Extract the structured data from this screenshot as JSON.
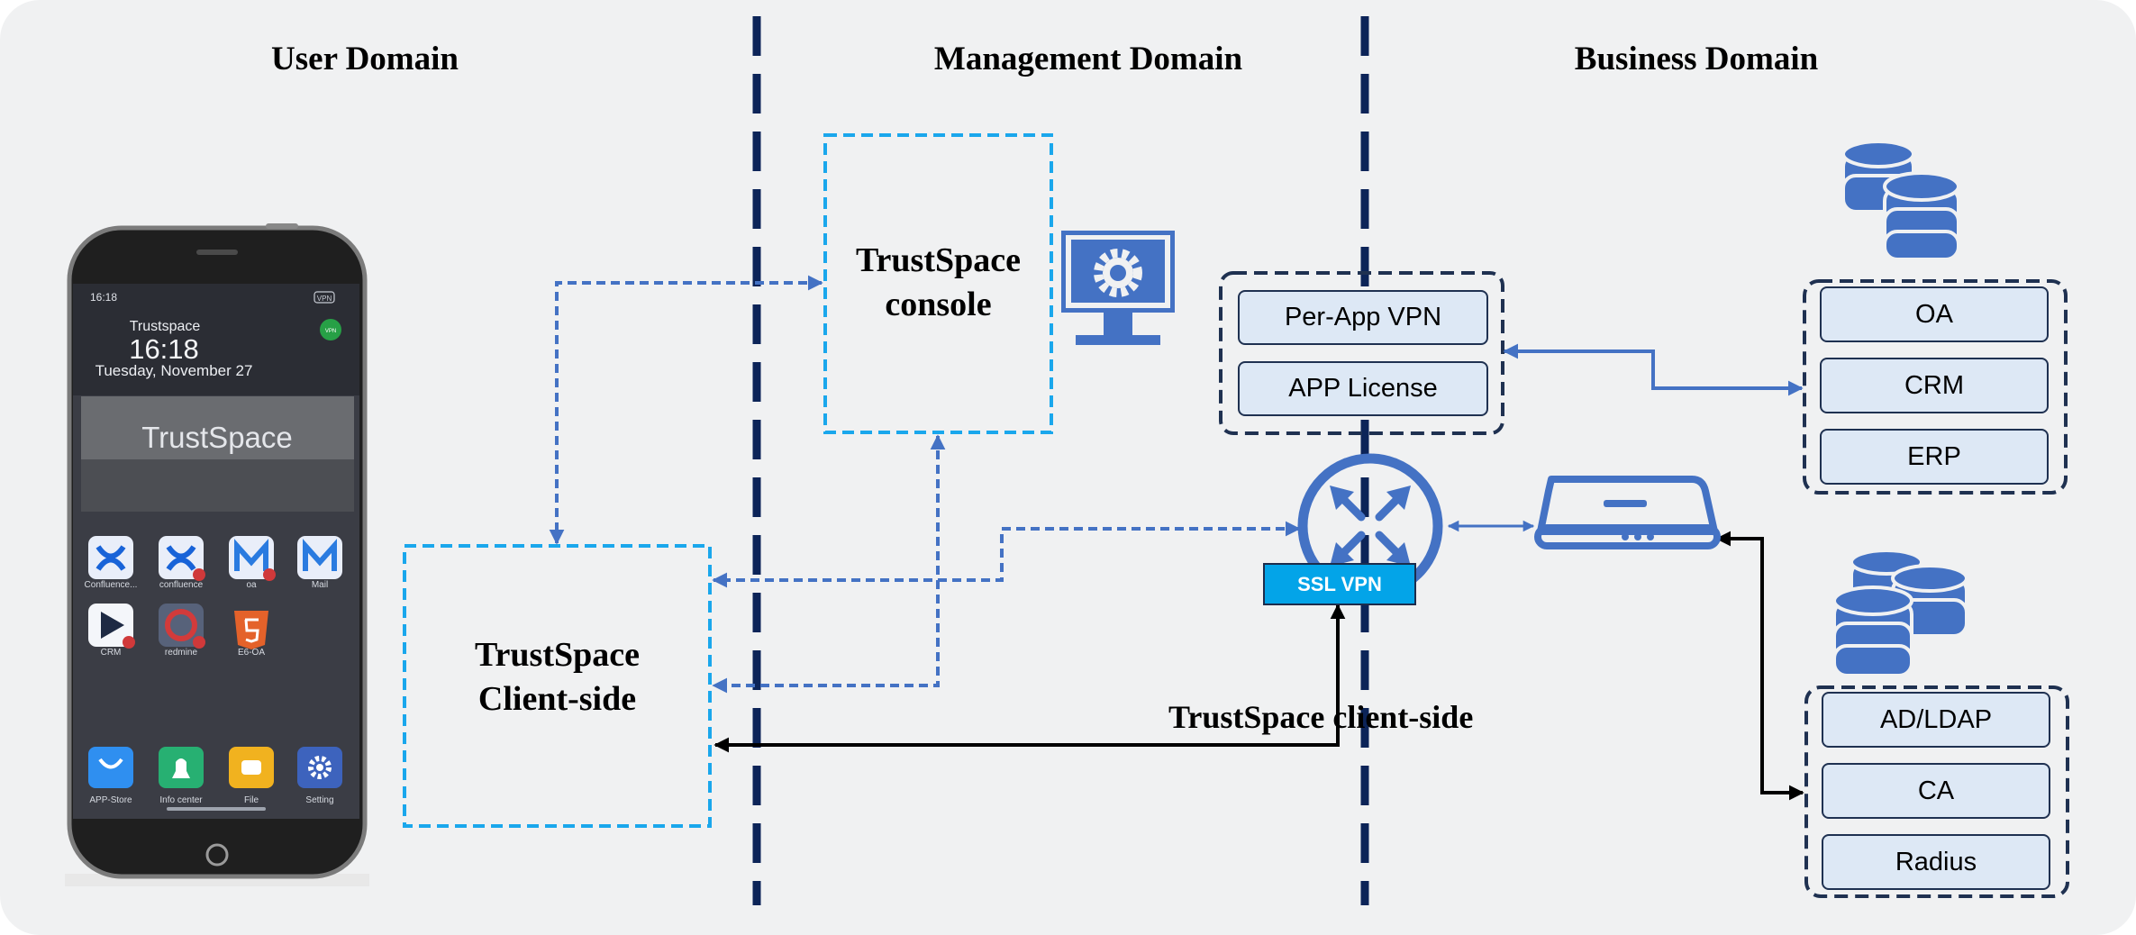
{
  "domains": {
    "user": "User Domain",
    "management": "Management Domain",
    "business": "Business Domain"
  },
  "console": {
    "line1": "TrustSpace",
    "line2": "console"
  },
  "client": {
    "line1": "TrustSpace",
    "line2": "Client-side"
  },
  "gateway": {
    "per_app_vpn": "Per-App VPN",
    "app_license": "APP License",
    "ssl_vpn": "SSL VPN"
  },
  "link_label": "TrustSpace client-side",
  "business_apps": [
    "OA",
    "CRM",
    "ERP"
  ],
  "auth_services": [
    "AD/LDAP",
    "CA",
    "Radius"
  ],
  "phone": {
    "time_status": "16:18",
    "vpn_badge": "VPN",
    "vpn_dot": "VPN",
    "app_name": "Trustspace",
    "clock": "16:18",
    "date": "Tuesday, November 27",
    "banner": "TrustSpace",
    "apps_row1": [
      "Confluence...",
      "confluence",
      "oa",
      "Mail"
    ],
    "apps_row2": [
      "CRM",
      "redmine",
      "E6-OA"
    ],
    "dock": [
      "APP-Store",
      "Info center",
      "File",
      "Setting"
    ]
  },
  "colors": {
    "accent_blue": "#4472c4",
    "dashed_box": "#1aa7ec",
    "divider": "#0c2458",
    "ssl_badge": "#03a4e8"
  }
}
